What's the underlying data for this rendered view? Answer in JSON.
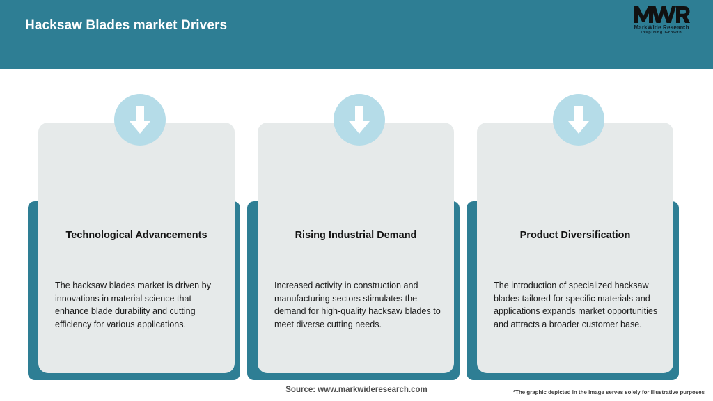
{
  "header": {
    "title": "Hacksaw Blades market Drivers",
    "bg_color": "#2E7E94",
    "title_color": "#FFFFFF"
  },
  "logo": {
    "monogram": "MWR",
    "name": "MarkWide Research",
    "tagline": "Inspiring Growth"
  },
  "theme": {
    "accent_teal": "#2E7E94",
    "icon_circle": "#B5DCE8",
    "card_bg": "#E6EAEA",
    "arrow_color": "#FFFFFF",
    "page_bg": "#FFFFFF"
  },
  "cards": [
    {
      "icon": "arrow-down-icon",
      "title": "Technological Advancements",
      "body": "The hacksaw blades market is driven by innovations in material science that enhance blade durability and cutting efficiency for various applications."
    },
    {
      "icon": "arrow-down-icon",
      "title": "Rising Industrial Demand",
      "body": "Increased activity in construction and manufacturing sectors stimulates the demand for high-quality hacksaw blades to meet diverse cutting needs."
    },
    {
      "icon": "arrow-down-icon",
      "title": "Product Diversification",
      "body": "The introduction of specialized hacksaw blades tailored for specific materials and applications expands market opportunities and attracts a broader customer base."
    }
  ],
  "footer": {
    "source": "Source: www.markwideresearch.com",
    "note": "*The graphic depicted in the image serves solely for illustrative purposes"
  }
}
